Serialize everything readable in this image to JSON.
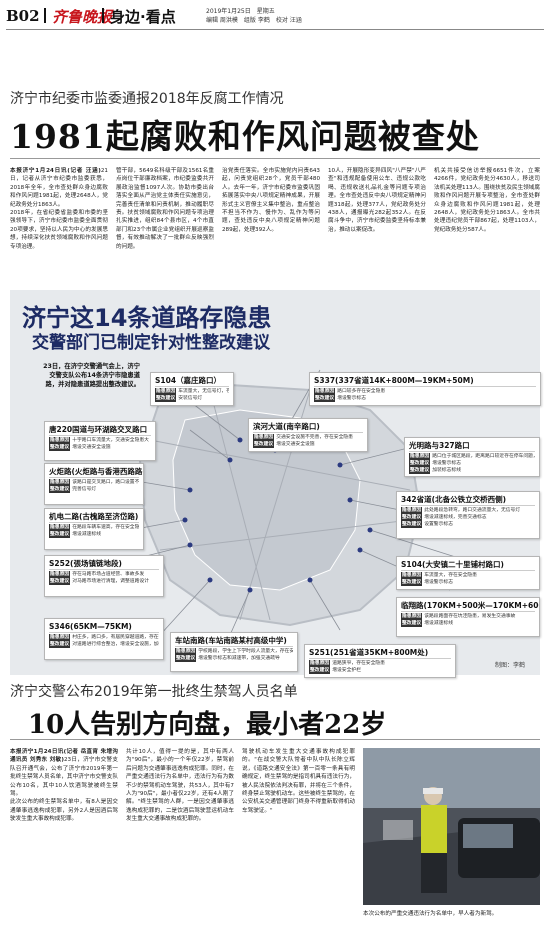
{
  "header": {
    "page": "B02",
    "brand": "齐鲁晚报",
    "section": "身边·看点",
    "meta_line1": "2019年1月25日　星期五",
    "meta_line2": "编辑 周洪模　组版 李鹤　校对 汪涵"
  },
  "article1": {
    "kicker": "济宁市纪委市监委通报2018年反腐工作情况",
    "headline": "1981起腐败和作风问题被查处",
    "col1": [
      {
        "b": "本报济宁1月24日讯(记者 汪涵)",
        "t": "21日，记者从济宁市纪委市监委获悉，2018年全年，全市查处群众身边腐败和作风问题1981起，处理2648人，党纪政务处分1863人。"
      },
      {
        "b": "",
        "t": "2018年，在省纪委省监委和市委的坚强领导下，济宁市纪委市监委全面贯彻20项要求，坚持以人民为中心的发展思想，持续深化扶贫领域腐败和作风问题专项治理。"
      }
    ],
    "col2": "管干部，5649名科级干部及1561名重点岗位干部廉政档案，市纪委监委共开展政治监督1097人次。协助市委出台落实全面从严治党主体责任实施意见，完善责任清单和问责机制，推动履职尽责。扶贫领域腐败和作风问题专项治理扎实推进，组织84个县市区，4个市直部门和23个市属企业党组织开展巡察监督，有效推动解决了一批群众反映强烈的问题。",
    "col3": "治党责任落实。全市实施党内问责643起，问责党组织28个，党员干部480人。去年一年，济宁市纪委市监委巩固拓展落实中央八项规定精神成果，开展形式主义官僚主义集中整治，重点整治不担当不作为、慢作为、乱作为等问题，查处违反中央八项规定精神问题289起，处理392人。",
    "col4": "10人，开展隐形变异四风\"八严禁\"八严查\"和违规配备使用公车、违规公款吃喝、违规收送礼品礼金等问题专项治理。全市查处违反中央八项规定精神问题318起，处理377人，党纪政务处分438人，通报曝光282起352人。在反腐斗争中，济宁市纪委监委坚持标本兼治，推动以案促改。",
    "col5": "机关共接受信访举报6651件次，立案4266件，党纪政务处分4630人，移送司法机关处理113人。围绕扶贫及民生领域腐败和作风问题开展专项整治，全市查处群众身边腐败和作风问题1981起，处理2648人，党纪政务处分1863人。全市共处理违纪党员干部867起，处理1103人，党纪政务处分587人。"
  },
  "map": {
    "title": "济宁这14条道路存隐患",
    "subtitle": "交警部门已制定针对性整改建议",
    "intro": "23日，在济宁交警通气会上，济宁交警支队公布14条济宁市隐患道路，并对隐患道路提出整改建议。",
    "hazard_key": "隐患原因",
    "fix_key": "整改建议",
    "credit": "制图：李鹤",
    "roads": [
      {
        "name": "S104（嘉庄路口）",
        "cause": "车流量大，无信号灯，存在安全隐患",
        "fix": "安装信号灯"
      },
      {
        "name": "S337(337省道14K+800M—19KM+50M)",
        "cause": "路口较多存在安全隐患",
        "fix": "增设警示标志"
      },
      {
        "name": "滨河大道(南辛路口)",
        "cause": "交通安全设施不完善，存在安全隐患",
        "fix": "增设交通安全设施"
      },
      {
        "name": "光明路与327路口",
        "cause": "路口位于城区路段，距离路口较近存在停车问题，大车通行存在安全隐患",
        "fix": "增设警示标志",
        "fix2": "加装标志标线"
      },
      {
        "name": "342省道(北备公铁立交桥西侧)",
        "cause": "此处路段急转弯，路口交通流量大，无信号灯",
        "fix": "增设减速标线，完善交通标志",
        "fix2": "设置警示标志"
      },
      {
        "name": "S104(大安镇二十里铺村路口)",
        "cause": "车流量大，存在安全隐患",
        "fix": "增设警示标志"
      },
      {
        "name": "临翔路(170KM+500米—170KM+600米)",
        "cause": "该路段路面存在坑洼隐患，易发生交通事故",
        "fix": "增设减速标线"
      },
      {
        "name": "S251(251省道35KM+800M处)",
        "cause": "道路狭窄，存在安全隐患",
        "fix": "增设安全护栏"
      },
      {
        "name": "车站南路(车站南路某村高级中学)",
        "cause": "学校路段，学生上下学时段人流量大，存在安全隐患",
        "fix": "增设警示标志和减速带，加强交通疏导"
      },
      {
        "name": "S346(65KM—75KM)",
        "cause": "村庄多，路口多，有居民穿越道路，存在安全隐患",
        "fix": "对道路进行综合整治，增设安全设施，加强交通管理"
      },
      {
        "name": "S252(張场镇链地段)",
        "cause": "存在马路市场占道经营、事故多发",
        "fix": "对马路市场进行清理，调整道路设计"
      },
      {
        "name": "机电二路(古槐路至济岱路)",
        "cause": "在路段车辆车速高，存在安全隐患",
        "fix": "增设减速标线"
      },
      {
        "name": "火炬路(火炬路与香港西路路口)",
        "cause": "该路口是交叉路口，路口设置不完善",
        "fix": "完善信号灯"
      },
      {
        "name": "唐220国道与环湖路交叉路口",
        "cause": "十字路口车流量大，交通安全隐患大",
        "fix": "增设交通安全设施"
      }
    ]
  },
  "article2": {
    "kicker": "济宁交警公布2019年第一批终生禁驾人员名单",
    "headline": "10人告别方向盘，最小者22岁",
    "col1": [
      {
        "b": "本报济宁1月24日讯(记者 岳直宵 朱增沟 通讯员 刘秀东 刘敏)",
        "t": "23日，济宁市交警支队召开通气会，公布了济宁市2019年第一批终生禁驾人员名单，其中济宁市交警支队公布10名，其中10人饮酒驾驶被终生禁驾。"
      },
      {
        "b": "",
        "t": "此次公布的终生禁驾名单中，有8人是因交通肇事逃逸构成犯罪，另外2人是因酒后驾驶发生重大事故构成犯罪。"
      }
    ],
    "col2": "共计10人，值得一提的是，其中有两人为\"90后\"，最小的一个年仅22岁，禁驾前后问题为交通肇事逃逸构成犯罪。同时，在严重交通违法行为名单中，违法行为有为数不少的禁驾机动车驾驶，共53人，其中有7人为\"90后\"，最小者仅22岁，还有4人刚了解。\"终生禁驾的人群，一是因交通肇事逃逸构成犯罪的，二是饮酒后驾驶营运机动车发生重大交通事故构成犯罪的。",
    "col3": "驾驶机动车发生重大交通事故构成犯罪的。\"在战交警大队常者中队中队长陈立辉说，《道路交通安全法》第一百零一条具有明确规定，终生禁驾的是指司机具有违法行为，被人民法院依法判决有罪，并将在三个条件，终身禁止驾驶机动车。这些被终生禁驾的，在公安机关交通管理部门终身不得重新取得机动车驾驶证。\"",
    "caption": "本次公布的严重交通违法行为名单中，早人者为新驾。"
  }
}
